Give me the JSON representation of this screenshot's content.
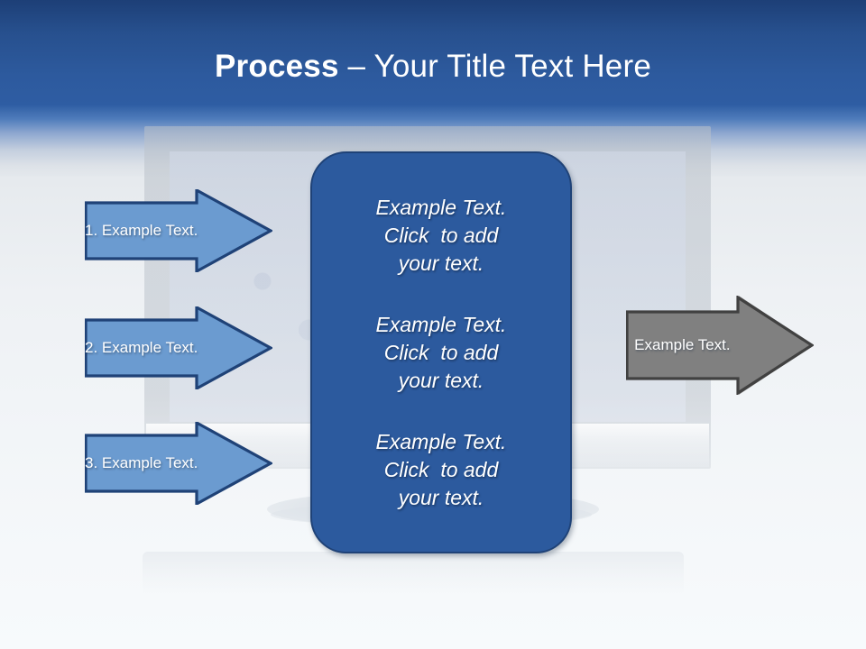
{
  "slide": {
    "title": {
      "bold_part": "Process",
      "rest_part": " – Your Title Text Here"
    },
    "background": {
      "illustration": "computer-monitor",
      "header_gradient_top": "#1d3f77",
      "header_gradient_mid": "#2d5a9e",
      "body_color": "#f4f7fa"
    },
    "input_arrows": [
      {
        "label": "1. Example Text.",
        "fill": "#6b9bd0",
        "outline": "#1f4277"
      },
      {
        "label": "2. Example Text.",
        "fill": "#6b9bd0",
        "outline": "#1f4277"
      },
      {
        "label": "3. Example Text.",
        "fill": "#6b9bd0",
        "outline": "#1f4277"
      }
    ],
    "center_panel": {
      "fill": "#2c5a9e",
      "outline": "#1f4277",
      "blocks": [
        {
          "line1": "Example Text.",
          "line2": "Click  to add",
          "line3": "your text."
        },
        {
          "line1": "Example Text.",
          "line2": "Click  to add",
          "line3": "your text."
        },
        {
          "line1": "Example Text.",
          "line2": "Click  to add",
          "line3": "your text."
        }
      ]
    },
    "output_arrow": {
      "label": "Example Text.",
      "fill": "#808080",
      "outline": "#414141"
    }
  }
}
